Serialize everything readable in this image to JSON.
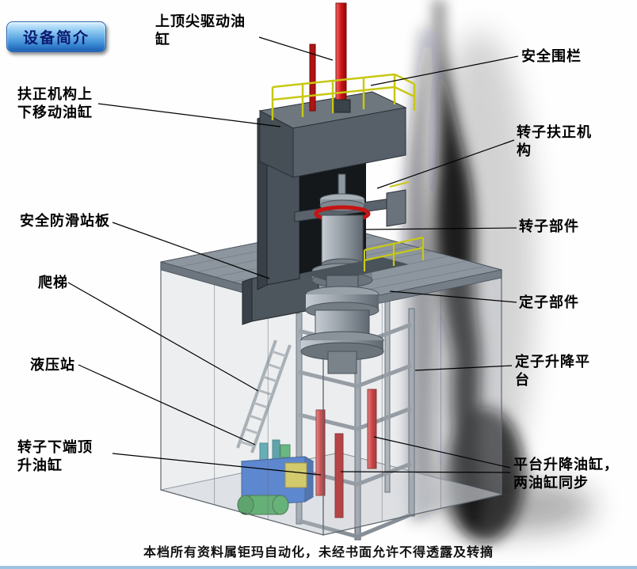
{
  "badge": {
    "label": "设备简介"
  },
  "annotations": {
    "top_cylinder": "上顶尖驱动油缸",
    "safety_fence": "安全围栏",
    "centering_cylinder": "扶正机构上下移动油缸",
    "rotor_centering": "转子扶正机构",
    "antislip_board": "安全防滑站板",
    "rotor_parts": "转子部件",
    "ladder": "爬梯",
    "stator_parts": "定子部件",
    "hydraulic_station": "液压站",
    "stator_lift_platform": "定子升降平台",
    "rotor_jack_cylinder": "转子下端顶升油缸",
    "platform_lift_cylinders": "平台升降油缸，两油缸同步"
  },
  "footer": {
    "text": "本档所有资料属钜玛自动化，未经书面允许不得透露及转摘"
  },
  "colors": {
    "badge_gradient_top": "#d8efff",
    "badge_gradient_bottom": "#1b5fb0",
    "badge_text": "#0a1a6e",
    "cylinder_red": "#cf1616",
    "railing_yellow": "#c8c814",
    "hydraulic_blue": "#2b66cc",
    "motor_green": "#2e8f3e",
    "machine_gray": "#8d959e",
    "label_text": "#000000"
  }
}
